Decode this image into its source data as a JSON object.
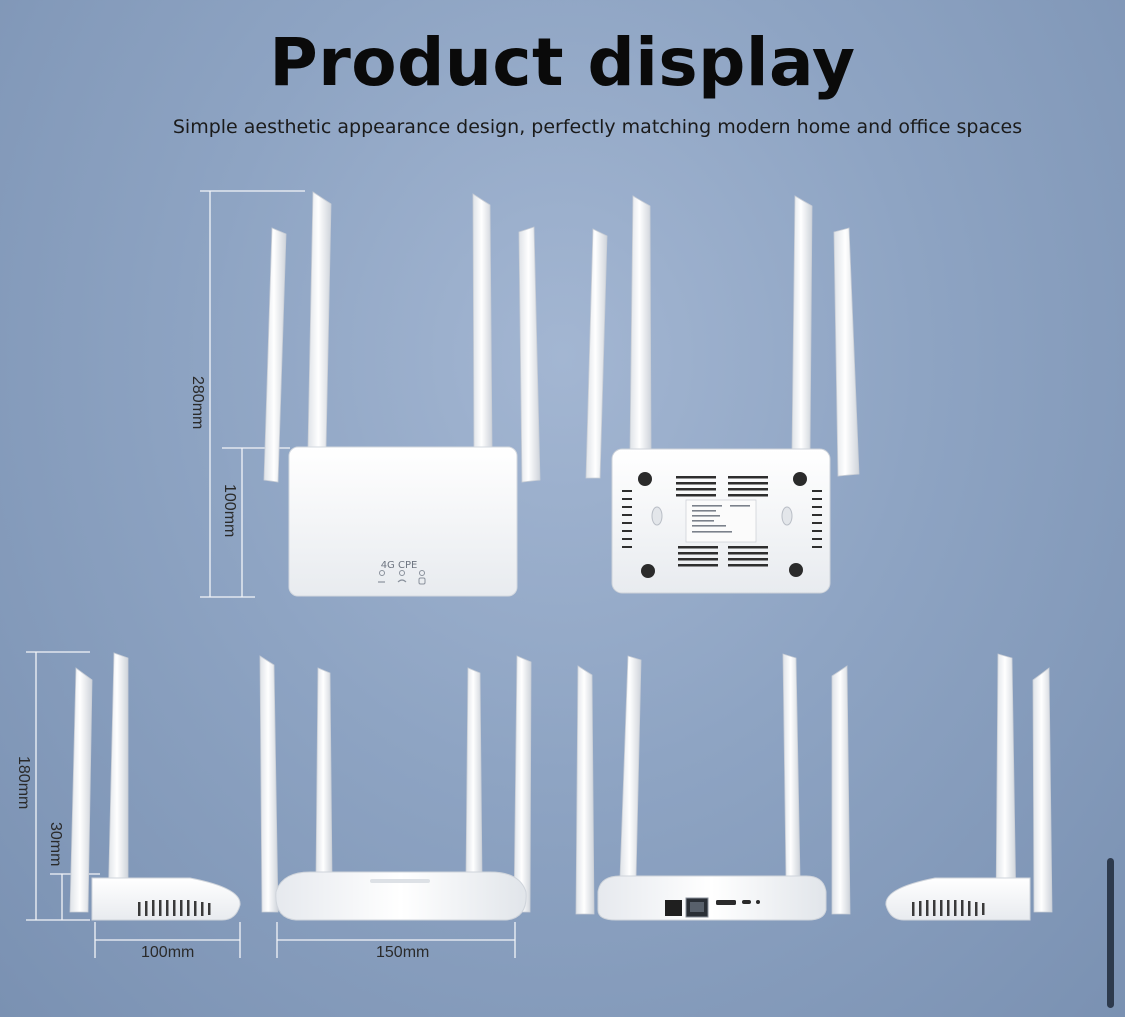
{
  "title": "Product display",
  "subtitle": "Simple aesthetic appearance design, perfectly matching modern home and office spaces",
  "front_label": "4G CPE",
  "dimensions": {
    "height_total": "280mm",
    "height_body": "100mm",
    "side_height_total": "180mm",
    "side_height_body": "30mm",
    "depth": "100mm",
    "width": "150mm"
  },
  "colors": {
    "background": "#8ea4c3",
    "device": "#f4f5f7"
  }
}
